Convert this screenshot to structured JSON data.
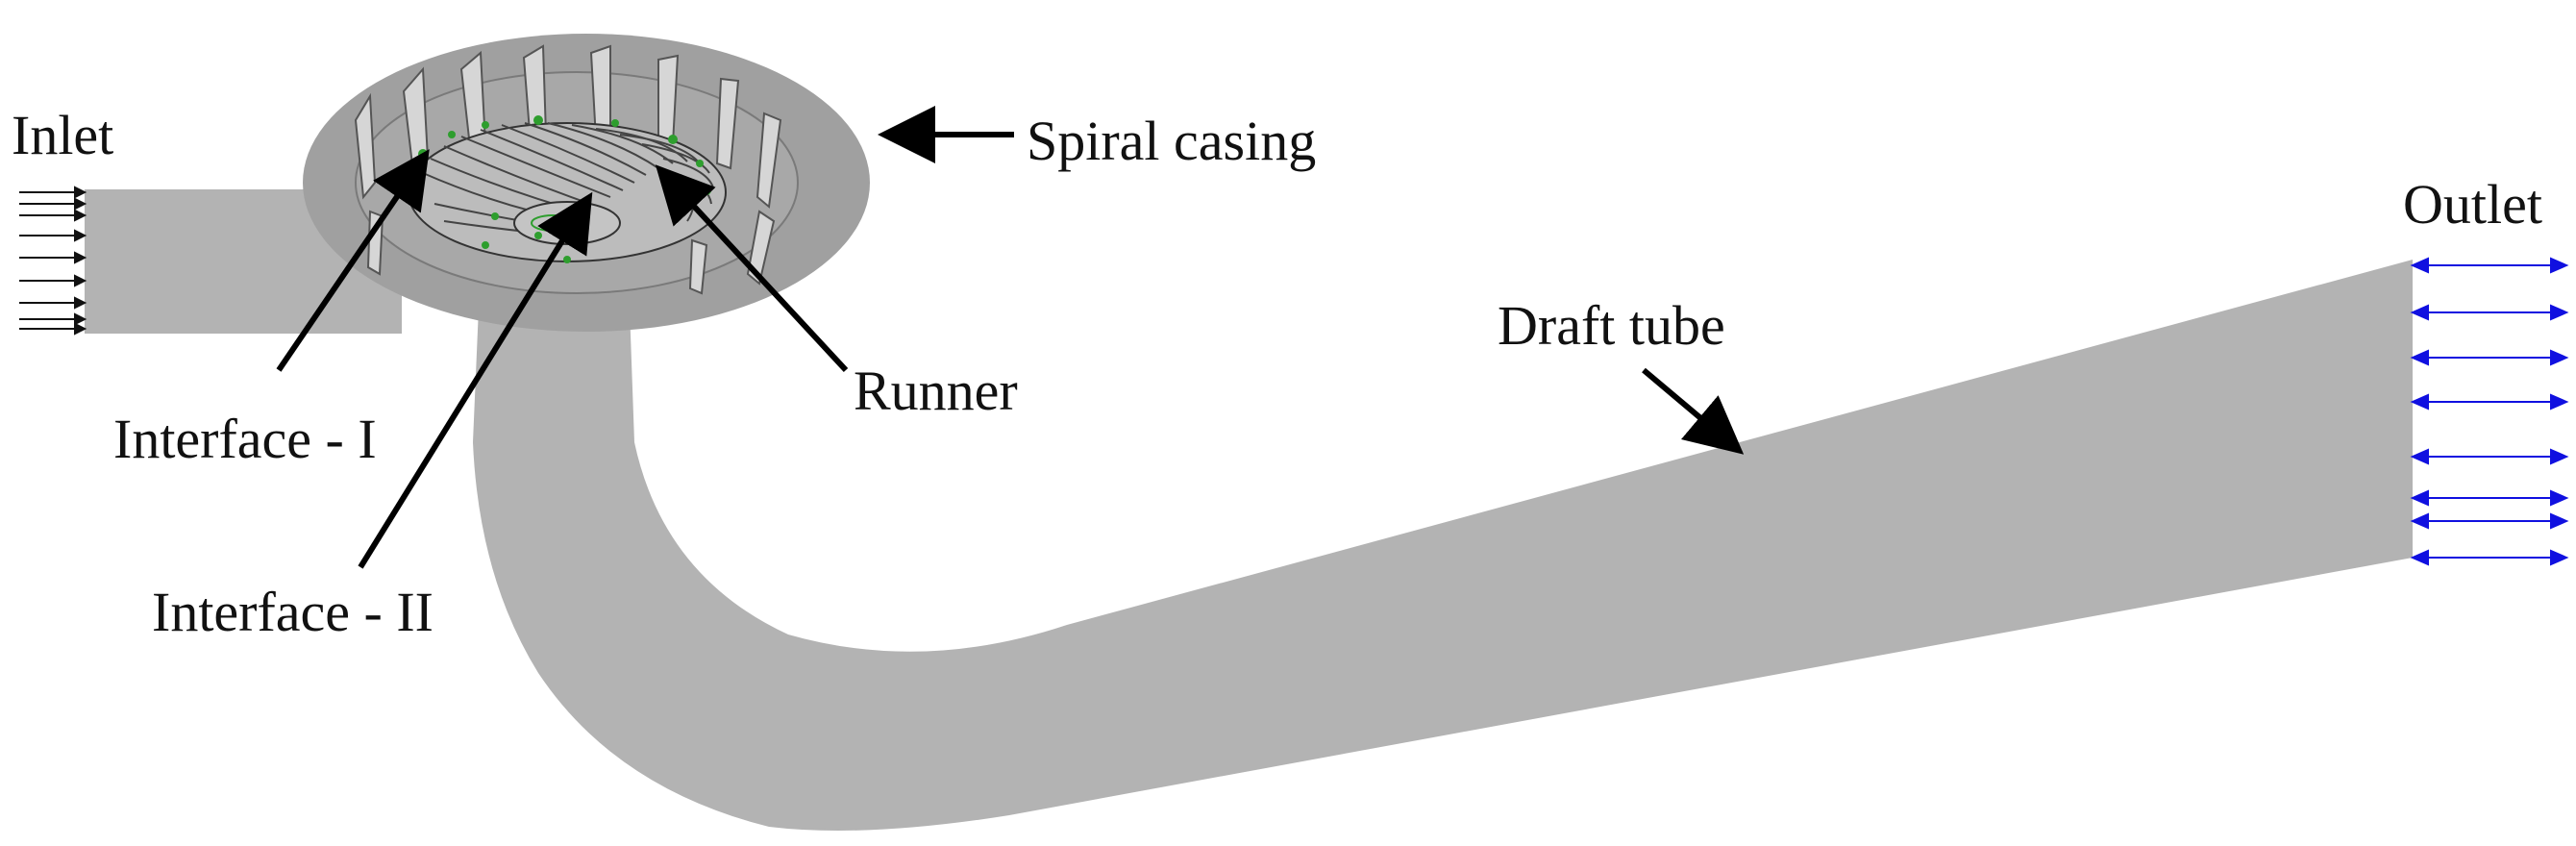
{
  "labels": {
    "inlet": "Inlet",
    "spiral_casing": "Spiral casing",
    "outlet": "Outlet",
    "draft_tube": "Draft tube",
    "runner": "Runner",
    "interface_1": "Interface - I",
    "interface_2": "Interface - II"
  },
  "colors": {
    "body": "#b3b3b3",
    "casing": "#a0a0a0",
    "runner_blades": "#444444",
    "interface_marks": "#2e9e2e",
    "inlet_arrows": "#111111",
    "outlet_arrows": "#1010e0",
    "leader_arrows": "#000000"
  }
}
